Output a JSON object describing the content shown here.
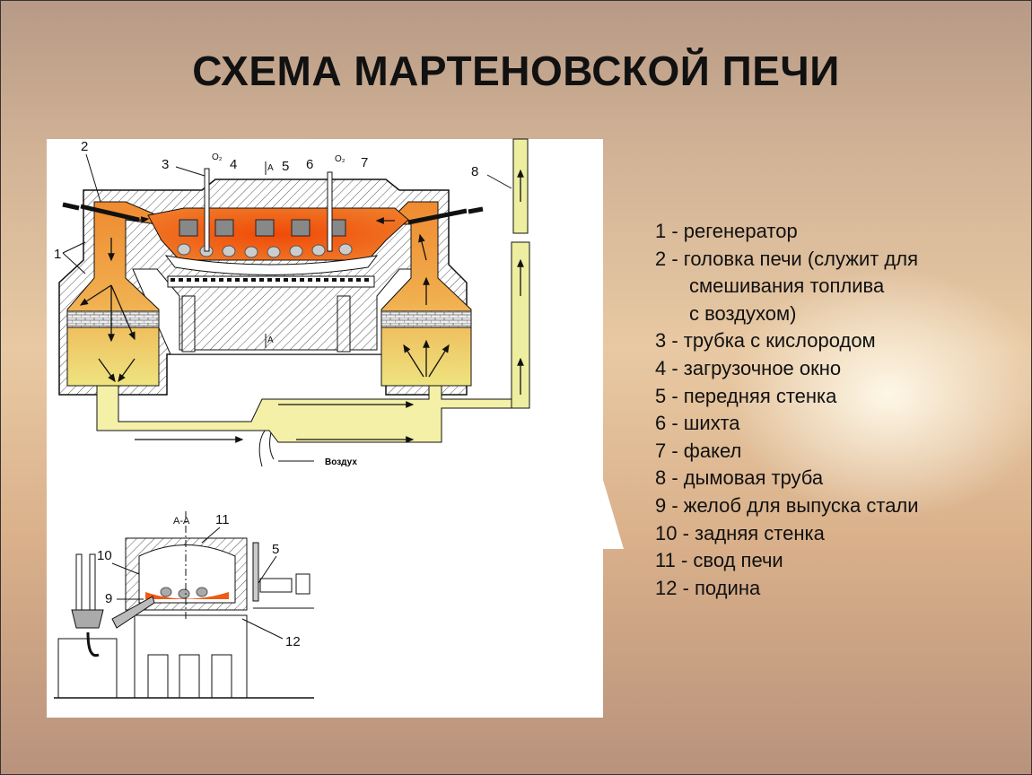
{
  "slide": {
    "title": "СХЕМА МАРТЕНОВСКОЙ ПЕЧИ"
  },
  "diagram": {
    "main_labels": [
      "1",
      "2",
      "3",
      "4",
      "5",
      "6",
      "7",
      "8"
    ],
    "section_mark": "А",
    "oxygen_label": "O₂",
    "air_label": "Воздух",
    "section_title": "А-А",
    "section_labels": [
      "9",
      "10",
      "11",
      "5",
      "12"
    ]
  },
  "legend": {
    "items": [
      {
        "text": "1 - регенератор"
      },
      {
        "text": "2 - головка печи (служит для"
      },
      {
        "text": "смешивания топлива",
        "continuation": true
      },
      {
        "text": "с воздухом)",
        "continuation": true
      },
      {
        "text": "3 - трубка с кислородом"
      },
      {
        "text": "4 - загрузочное окно"
      },
      {
        "text": "5 - передняя стенка"
      },
      {
        "text": "6 - шихта"
      },
      {
        "text": "7 - факел"
      },
      {
        "text": "8 - дымовая труба"
      },
      {
        "text": "9 - желоб для выпуска стали"
      },
      {
        "text": "10 - задняя стенка"
      },
      {
        "text": "11 - свод печи"
      },
      {
        "text": "12 - подина"
      }
    ]
  },
  "colors": {
    "flame": "#f05a14",
    "gas_hot": "#f0a040",
    "gas_cool": "#f4f0a0",
    "wall": "#ffffff"
  }
}
